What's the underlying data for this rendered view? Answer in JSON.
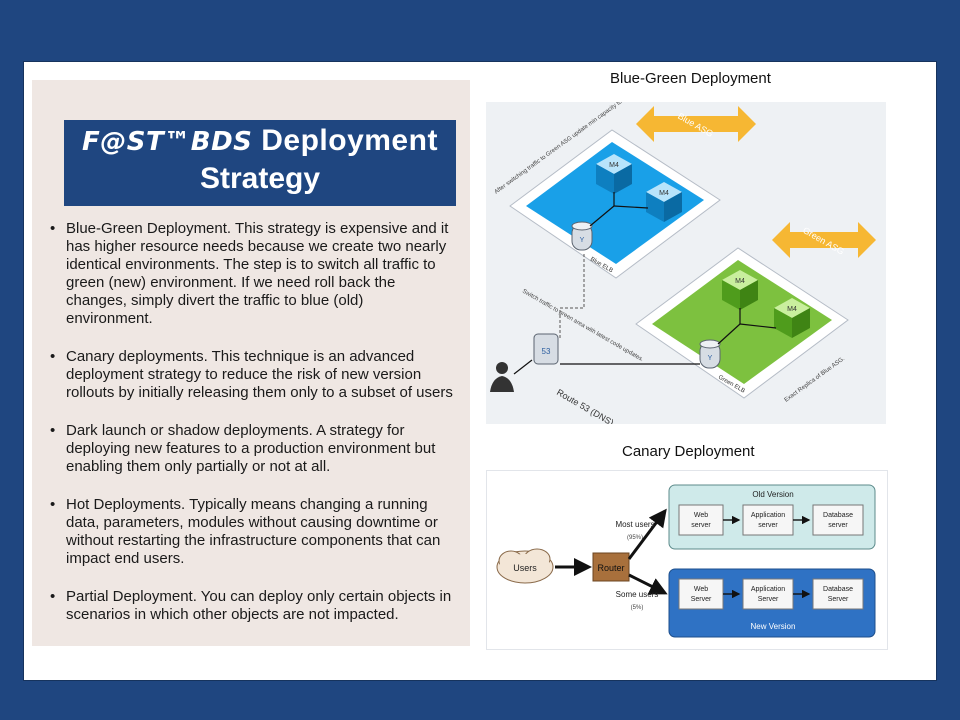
{
  "title": {
    "brand": "F@ST™BDS",
    "line1_rest": " Deployment",
    "line2": "Strategy"
  },
  "bullets": [
    "Blue-Green Deployment. This strategy is expensive and it has higher resource needs because we create two nearly identical environments. The step is to switch all traffic to green (new) environment. If we need roll back the changes, simply divert the traffic to blue (old) environment.",
    "Canary deployments. This technique is an advanced deployment strategy to reduce the risk of new version rollouts by initially releasing them only to a subset of users",
    "Dark launch or shadow deployments. A strategy for deploying new features to a production environment but enabling them only partially or not at all.",
    "Hot Deployments. Typically means changing a running data, parameters, modules without causing downtime or without restarting the infrastructure components that can impact end users.",
    "Partial Deployment. You can deploy only certain objects in scenarios in which other objects are not impacted."
  ],
  "blue_green": {
    "title": "Blue-Green Deployment",
    "blue_label": "Blue ASG",
    "green_label": "Green ASG",
    "node_label": "M4",
    "elb_blue": "Blue ELB",
    "elb_green": "Green ELB",
    "route53": "Route 53 (DNS)",
    "note_top": "After switching traffic to Green ASG update min capacity to zero.",
    "note_switch": "Switch traffic to green area with latest code updates.",
    "note_replica": "Exact Replica of Blue ASG."
  },
  "canary": {
    "title": "Canary Deployment",
    "users": "Users",
    "router": "Router",
    "most_users": "Most users",
    "most_pct": "(95%)",
    "some_users": "Some users",
    "some_pct": "(5%)",
    "old_version": "Old Version",
    "new_version": "New Version",
    "old_web": [
      "Web",
      "server"
    ],
    "old_app": [
      "Application",
      "server"
    ],
    "old_db": [
      "Database",
      "server"
    ],
    "new_web": [
      "Web",
      "Server"
    ],
    "new_app": [
      "Application",
      "Server"
    ],
    "new_db": [
      "Database",
      "Server"
    ]
  },
  "colors": {
    "background": "#1f4680",
    "blue_env": "#19a0e8",
    "green_env": "#7dc13f",
    "arrow_orange": "#f6b733",
    "new_version": "#2f72c4",
    "old_version": "#cfeaea",
    "router": "#a8703c"
  }
}
